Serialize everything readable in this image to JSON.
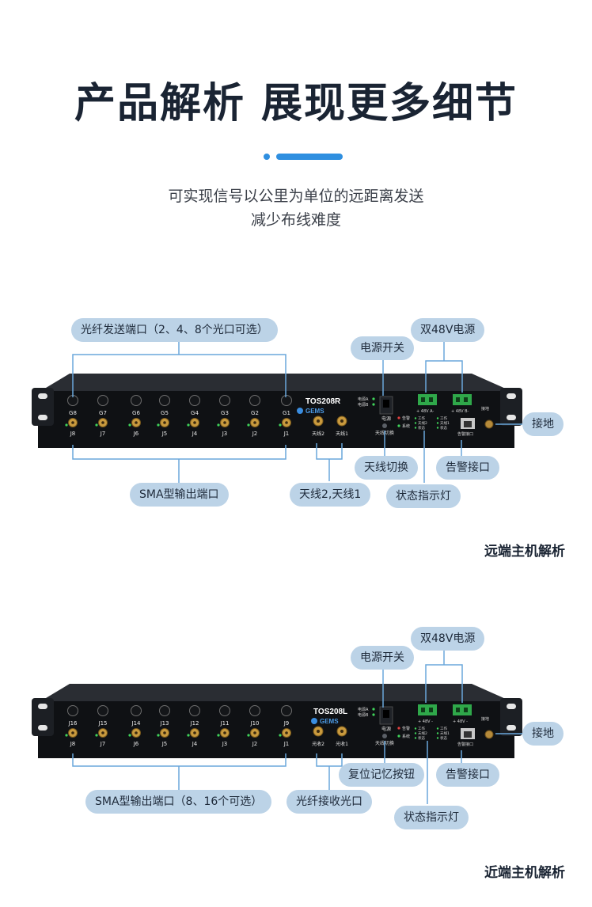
{
  "header": {
    "title": "产品解析 展现更多细节",
    "subtitle_line1": "可实现信号以公里为单位的远距离发送",
    "subtitle_line2": "减少布线难度"
  },
  "colors": {
    "accent": "#2f8fe0",
    "pill_bg": "#bcd3e7",
    "device_body": "#0f1114",
    "led_green": "#3fd35a"
  },
  "remote": {
    "caption": "远端主机解析",
    "model": "TOS208R",
    "brand": "GEMS",
    "top_ports": [
      "G8",
      "G7",
      "G6",
      "G5",
      "G4",
      "G3",
      "G2",
      "G1"
    ],
    "bottom_ports": [
      "J8",
      "J7",
      "J6",
      "J5",
      "J4",
      "J3",
      "J2",
      "J1"
    ],
    "ant_labels": [
      "天线2",
      "天线1"
    ],
    "ant_switch_label": "天线切换",
    "power_small_a": "电源A",
    "power_small_b": "电源B",
    "power_label": "电源",
    "status_alarm": "告警",
    "status_system": "系统",
    "status_small": [
      "工作",
      "天线2",
      "状态",
      "工作",
      "天线1",
      "状态"
    ],
    "psu_a": "+ 48V A-",
    "psu_b": "+ 48V B-",
    "ground_small": "接地",
    "alarm_port_small": "告警接口",
    "callouts": {
      "fiber_tx": "光纤发送端口（2、4、8个光口可选）",
      "dual_psu": "双48V电源",
      "power_switch": "电源开关",
      "ground": "接地",
      "ant_switch": "天线切换",
      "alarm_port": "告警接口",
      "sma_out": "SMA型输出端口",
      "antennas": "天线2,天线1",
      "status_led": "状态指示灯"
    }
  },
  "local": {
    "caption": "近端主机解析",
    "model": "TOS208L",
    "brand": "GEMS",
    "top_ports": [
      "J16",
      "J15",
      "J14",
      "J13",
      "J12",
      "J11",
      "J10",
      "J9"
    ],
    "bottom_ports": [
      "J8",
      "J7",
      "J6",
      "J5",
      "J4",
      "J3",
      "J2",
      "J1"
    ],
    "rx_labels": [
      "光收2",
      "光收1"
    ],
    "ant_switch_label": "天线切换",
    "power_small_a": "电源A",
    "power_small_b": "电源B",
    "power_label": "电源",
    "status_alarm": "告警",
    "status_system": "系统",
    "status_small": [
      "工作",
      "天线2",
      "状态",
      "工作",
      "天线1",
      "状态"
    ],
    "psu_a": "+ 48V -",
    "psu_b": "+ 48V -",
    "ground_small": "接地",
    "alarm_port_small": "告警接口",
    "callouts": {
      "dual_psu": "双48V电源",
      "power_switch": "电源开关",
      "ground": "接地",
      "reset_btn": "复位记忆按钮",
      "alarm_port": "告警接口",
      "sma_out": "SMA型输出端口（8、16个可选）",
      "fiber_rx": "光纤接收光口",
      "status_led": "状态指示灯"
    }
  }
}
